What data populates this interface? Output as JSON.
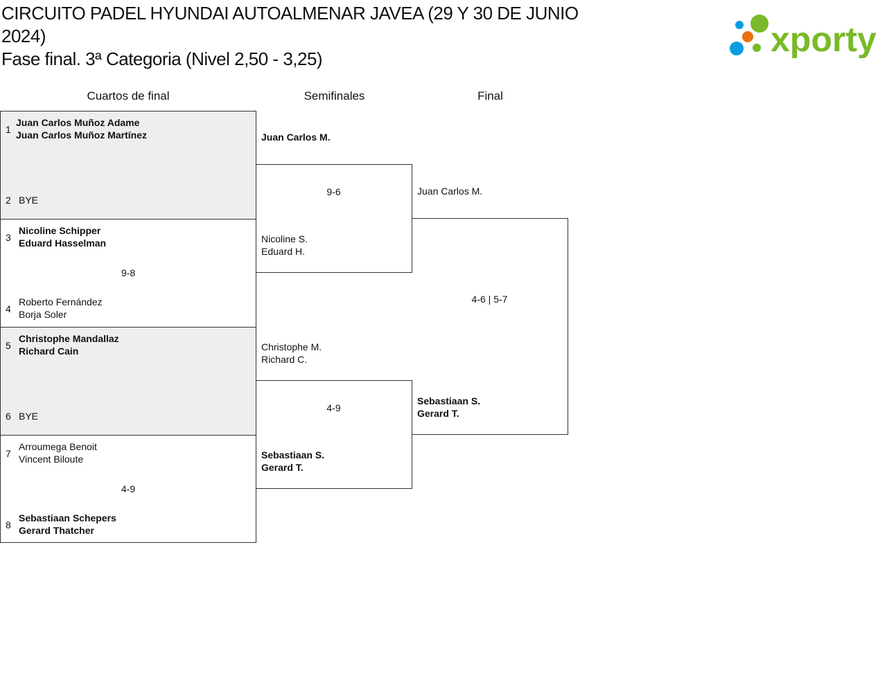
{
  "title_line1": "CIRCUITO PADEL HYUNDAI AUTOALMENAR JAVEA (29 Y 30 DE JUNIO 2024)",
  "title_line2": "Fase final. 3ª Categoria (Nivel 2,50 - 3,25)",
  "logo": {
    "text": "xporty",
    "colors": {
      "green": "#7ab929",
      "blue": "#0a9de0",
      "orange": "#e8700f"
    }
  },
  "rounds": [
    "Cuartos de final",
    "Semifinales",
    "Final"
  ],
  "quarterfinals": [
    {
      "top": {
        "seed": "1",
        "p1": "Juan Carlos Muñoz Adame",
        "p2": "Juan Carlos Muñoz Martínez"
      },
      "bottom": {
        "seed": "2",
        "p1": "BYE",
        "p2": ""
      },
      "score": ""
    },
    {
      "top": {
        "seed": "3",
        "p1": "Nicoline Schipper",
        "p2": "Eduard Hasselman"
      },
      "bottom": {
        "seed": "4",
        "p1": "Roberto Fernández",
        "p2": "Borja Soler"
      },
      "score": "9-8"
    },
    {
      "top": {
        "seed": "5",
        "p1": "Christophe Mandallaz",
        "p2": "Richard Cain"
      },
      "bottom": {
        "seed": "6",
        "p1": "BYE",
        "p2": ""
      },
      "score": ""
    },
    {
      "top": {
        "seed": "7",
        "p1": "Arroumega Benoit",
        "p2": "Vincent Biloute"
      },
      "bottom": {
        "seed": "8",
        "p1": "Sebastiaan Schepers",
        "p2": "Gerard Thatcher"
      },
      "score": "4-9"
    }
  ],
  "semifinals": [
    {
      "top": {
        "p1": "Juan Carlos M.",
        "p2": ""
      },
      "bottom": {
        "p1": "Nicoline S.",
        "p2": "Eduard H."
      },
      "score": "9-6"
    },
    {
      "top": {
        "p1": "Christophe M.",
        "p2": "Richard C."
      },
      "bottom": {
        "p1": "Sebastiaan S.",
        "p2": "Gerard T."
      },
      "score": "4-9"
    }
  ],
  "final": {
    "top": {
      "p1": "Juan Carlos M."
    },
    "bottom": {
      "p1": "Sebastiaan S.",
      "p2": "Gerard T."
    },
    "score": "4-6 | 5-7"
  }
}
